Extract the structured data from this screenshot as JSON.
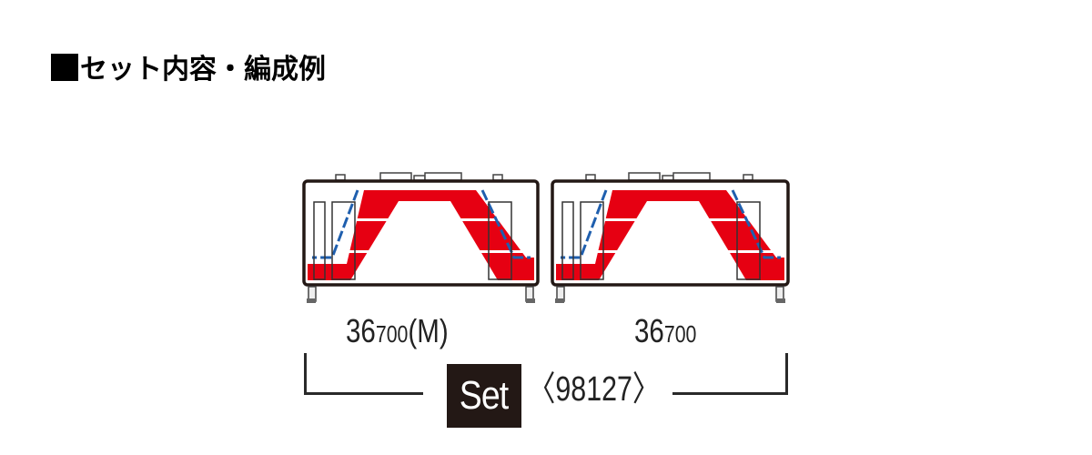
{
  "heading": {
    "bullet": "■",
    "text": "セット内容・編成例"
  },
  "cars": [
    {
      "number_main": "36",
      "number_sub": "700",
      "suffix": "(M)",
      "motorized": true
    },
    {
      "number_main": "36",
      "number_sub": "700",
      "suffix": "",
      "motorized": false
    }
  ],
  "set": {
    "badge_label": "Set",
    "product_number": "〈98127〉"
  },
  "colors": {
    "livery_red": "#e60012",
    "livery_blue": "#1f5fae",
    "outline": "#231815",
    "badge_bg": "#231815"
  }
}
